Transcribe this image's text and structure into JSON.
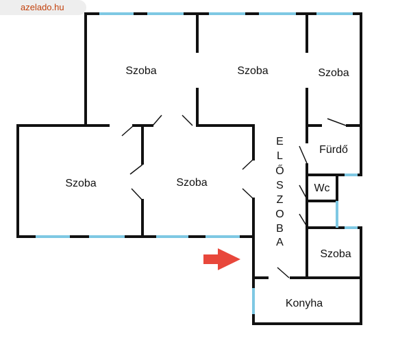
{
  "watermark": "azelado.hu",
  "rooms": {
    "szoba_top_left": "Szoba",
    "szoba_top_mid": "Szoba",
    "szoba_top_right": "Szoba",
    "szoba_left": "Szoba",
    "szoba_center": "Szoba",
    "furdo": "Fürdő",
    "wc": "Wc",
    "szoba_small": "Szoba",
    "konyha": "Konyha"
  },
  "hallway_letters": [
    "E",
    "L",
    "Ő",
    "S",
    "Z",
    "O",
    "B",
    "A"
  ],
  "colors": {
    "wall": "#111111",
    "window": "#7ec8e3",
    "entrance_arrow": "#e8473b",
    "watermark": "#c2410c"
  },
  "icons": {
    "entrance": "arrow-right-icon"
  }
}
